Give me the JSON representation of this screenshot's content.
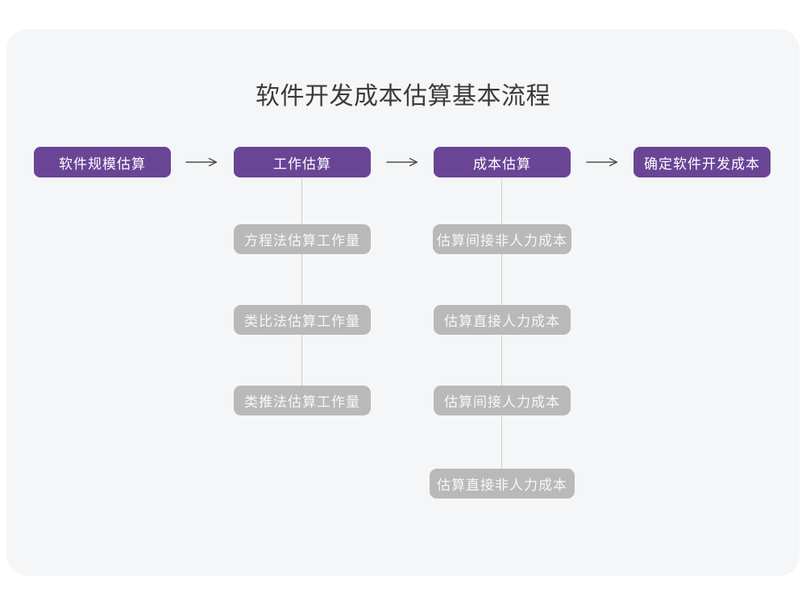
{
  "title": "软件开发成本估算基本流程",
  "colors": {
    "card_background": "#f5f6f7",
    "stage_purple": "#6a4596",
    "substep_gray": "#b9b9b9",
    "connector_line": "#cfcfcf",
    "arrow": "#4d4d4d",
    "title_text": "#3b3b3b"
  },
  "flow": {
    "stages": [
      {
        "label": "软件规模估算"
      },
      {
        "label": "工作估算"
      },
      {
        "label": "成本估算"
      },
      {
        "label": "确定软件开发成本"
      }
    ],
    "work_substeps": [
      "方程法估算工作量",
      "类比法估算工作量",
      "类推法估算工作量"
    ],
    "cost_substeps": [
      "估算间接非人力成本",
      "估算直接人力成本",
      "估算间接人力成本",
      "估算直接非人力成本"
    ]
  }
}
